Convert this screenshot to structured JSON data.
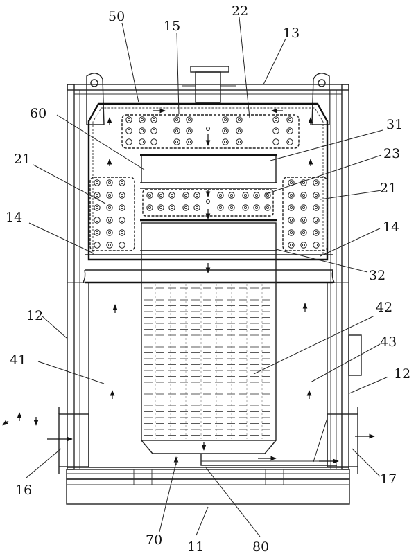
{
  "labels": {
    "l50": "50",
    "l15": "15",
    "l22": "22",
    "l13": "13",
    "l60": "60",
    "l31": "31",
    "l23": "23",
    "l21a": "21",
    "l21b": "21",
    "l14a": "14",
    "l14b": "14",
    "l32": "32",
    "l12a": "12",
    "l42": "42",
    "l43": "43",
    "l12b": "12",
    "l41": "41",
    "l16": "16",
    "l17": "17",
    "l70": "70",
    "l11": "11",
    "l80": "80"
  },
  "icons": [
    "flow-arrow-icon",
    "tube-hole-icon",
    "lifting-lug-icon"
  ]
}
